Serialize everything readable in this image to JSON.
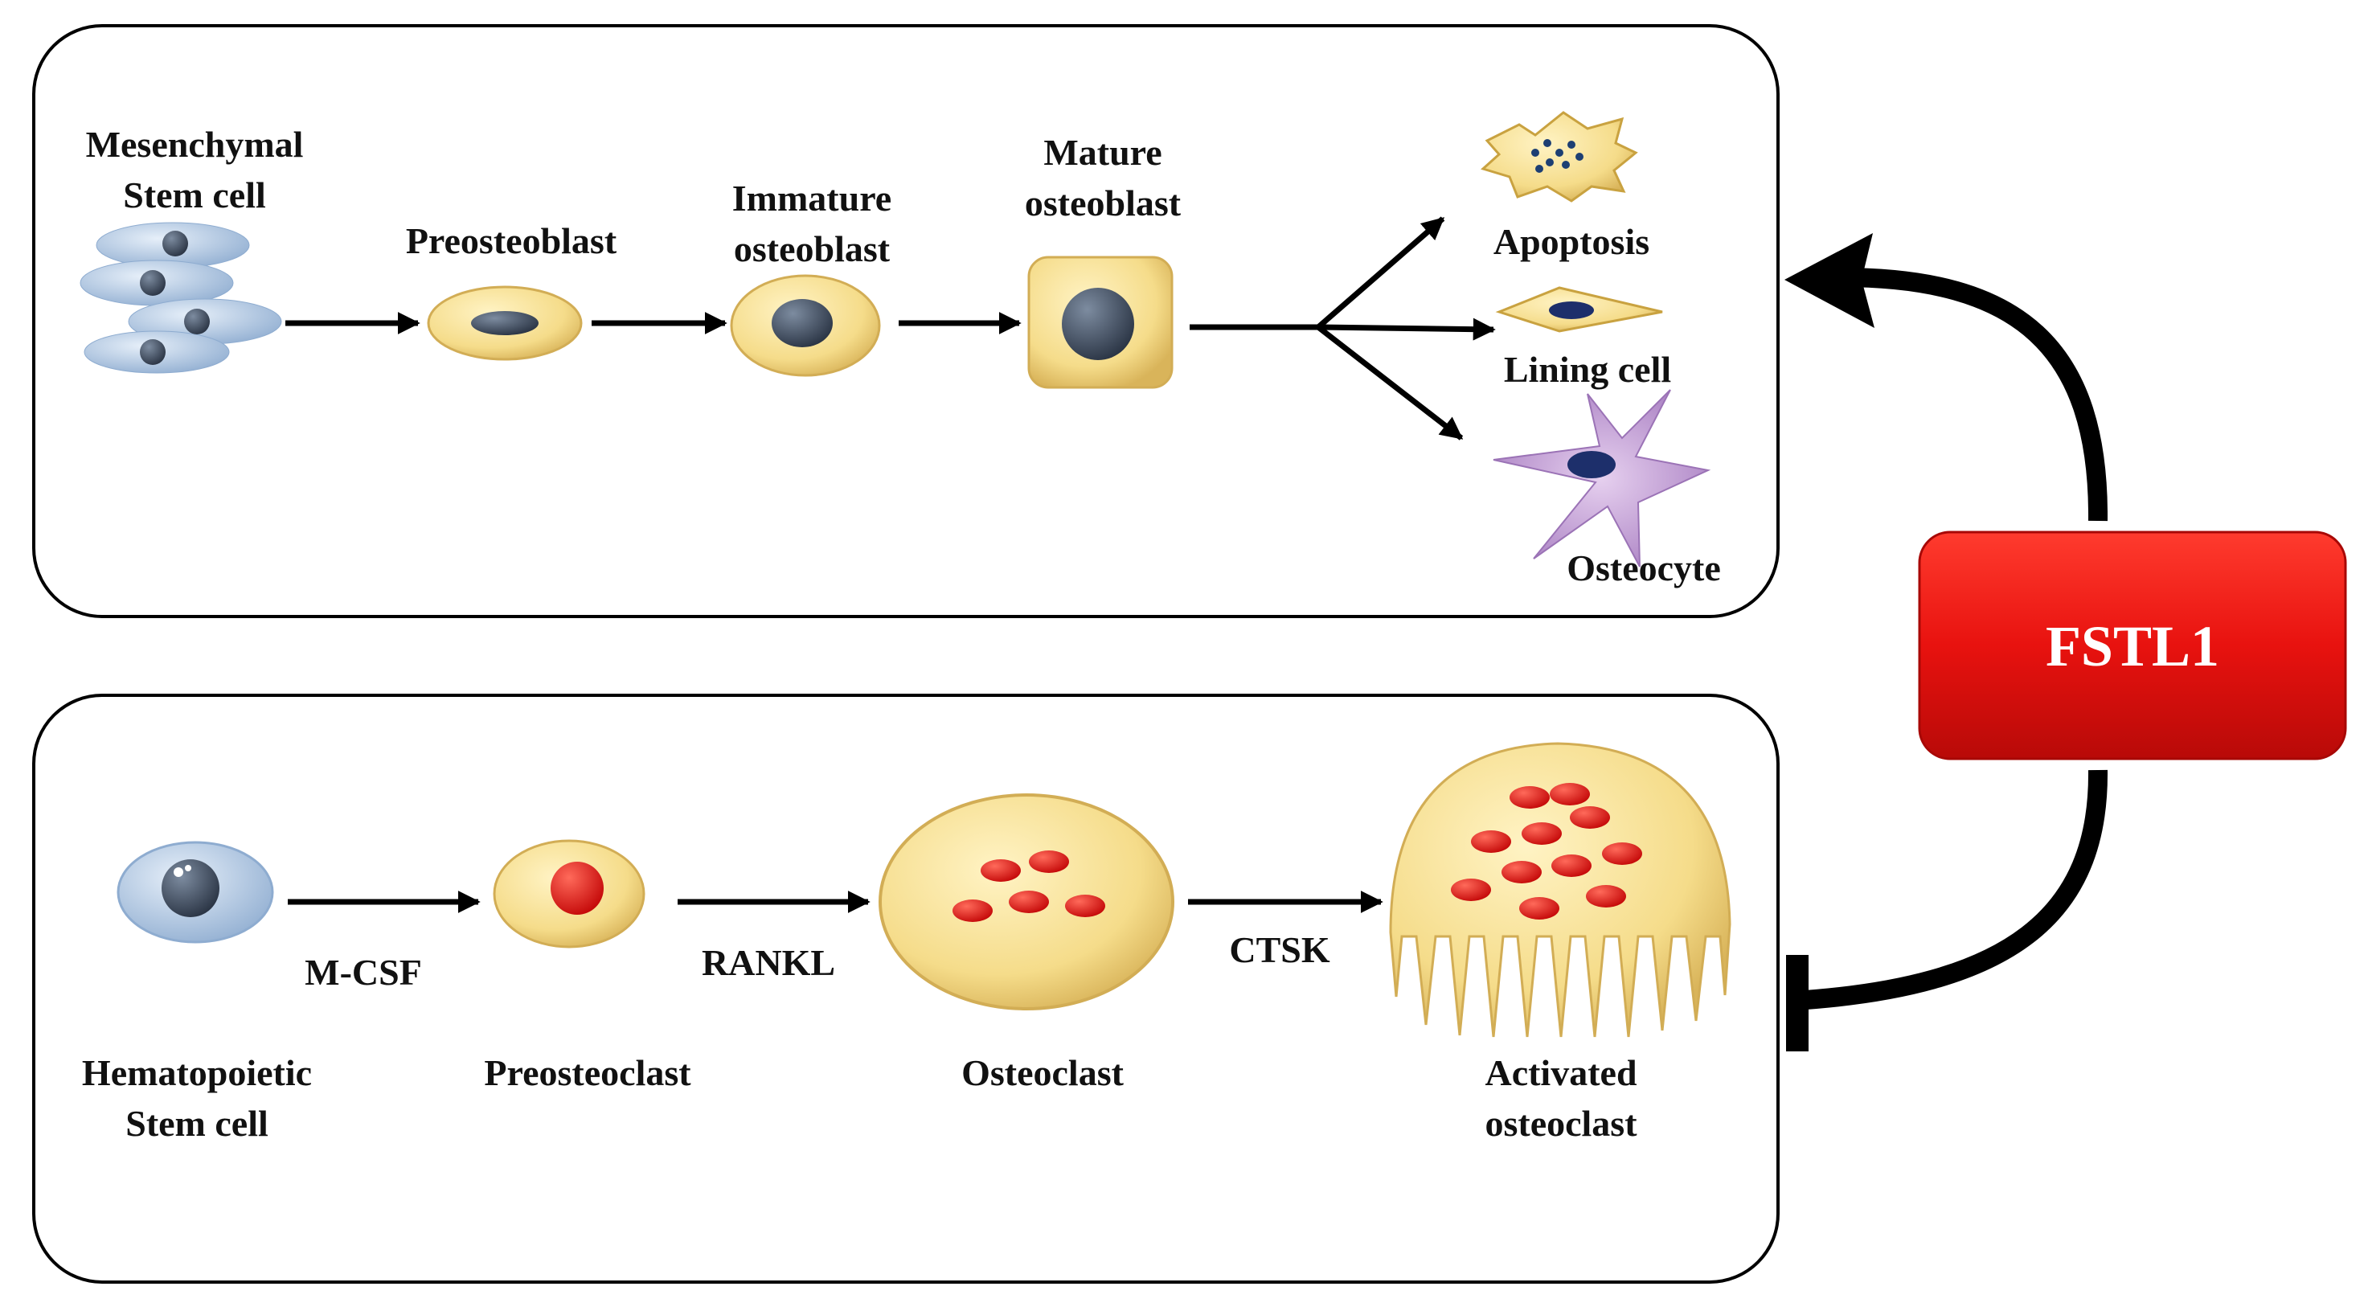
{
  "osteoblast_pathway": {
    "stem_cell": {
      "line1": "Mesenchymal",
      "line2": "Stem cell"
    },
    "preosteoblast": "Preosteoblast",
    "immature": {
      "line1": "Immature",
      "line2": "osteoblast"
    },
    "mature": {
      "line1": "Mature",
      "line2": "osteoblast"
    },
    "outcomes": {
      "apoptosis": "Apoptosis",
      "lining_cell": "Lining cell",
      "osteocyte": "Osteocyte"
    }
  },
  "osteoclast_pathway": {
    "stem_cell": {
      "line1": "Hematopoietic",
      "line2": "Stem cell"
    },
    "preosteoclast": "Preosteoclast",
    "osteoclast": "Osteoclast",
    "activated": {
      "line1": "Activated",
      "line2": "osteoclast"
    },
    "factors": {
      "mcsf": "M-CSF",
      "rankl": "RANKL",
      "ctsk": "CTSK"
    }
  },
  "regulator": {
    "label": "FSTL1",
    "effect_on_osteoblast": "promotes",
    "effect_on_osteoclast": "inhibits"
  },
  "colors": {
    "regulator_fill": "#e8120f",
    "cell_cytoplasm": "#f5dc8a",
    "nucleus": "#3d4a5c",
    "osteoclast_nucleus": "#e01010",
    "stem_cell_blue": "#b9cfe6",
    "osteocyte_purple": "#c8a2d8"
  }
}
